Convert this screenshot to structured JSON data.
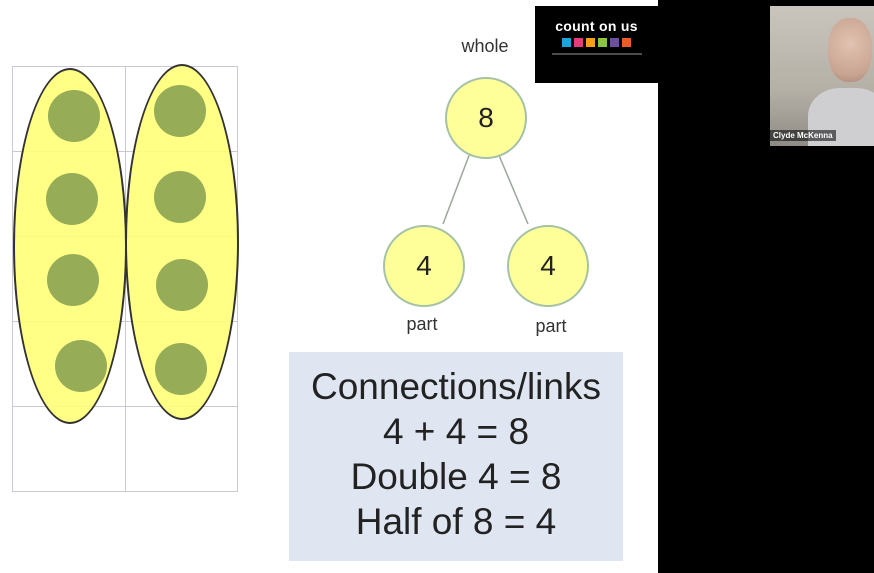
{
  "slide": {
    "whole_label": "whole",
    "whole_value": "8",
    "parts": [
      {
        "value": "4",
        "label": "part"
      },
      {
        "value": "4",
        "label": "part"
      }
    ],
    "connections": {
      "title": "Connections/links",
      "lines": [
        "4 + 4 = 8",
        "Double 4 = 8",
        "Half of 8 = 4"
      ]
    },
    "ten_frame": {
      "rows": 5,
      "columns": 2,
      "counters_per_column": 4
    }
  },
  "logo": {
    "text": "count on us",
    "dot_colors": [
      "#1fa3e0",
      "#e63b7a",
      "#f6a01a",
      "#8cc63f",
      "#6a4fa3",
      "#ef5a28"
    ]
  },
  "video": {
    "participant_name": "Clyde McKenna"
  },
  "colors": {
    "counter": "#96ac56",
    "oval_fill": "#ffff7a",
    "node_fill": "#ffff9a",
    "connections_bg": "#dfe6f2"
  }
}
